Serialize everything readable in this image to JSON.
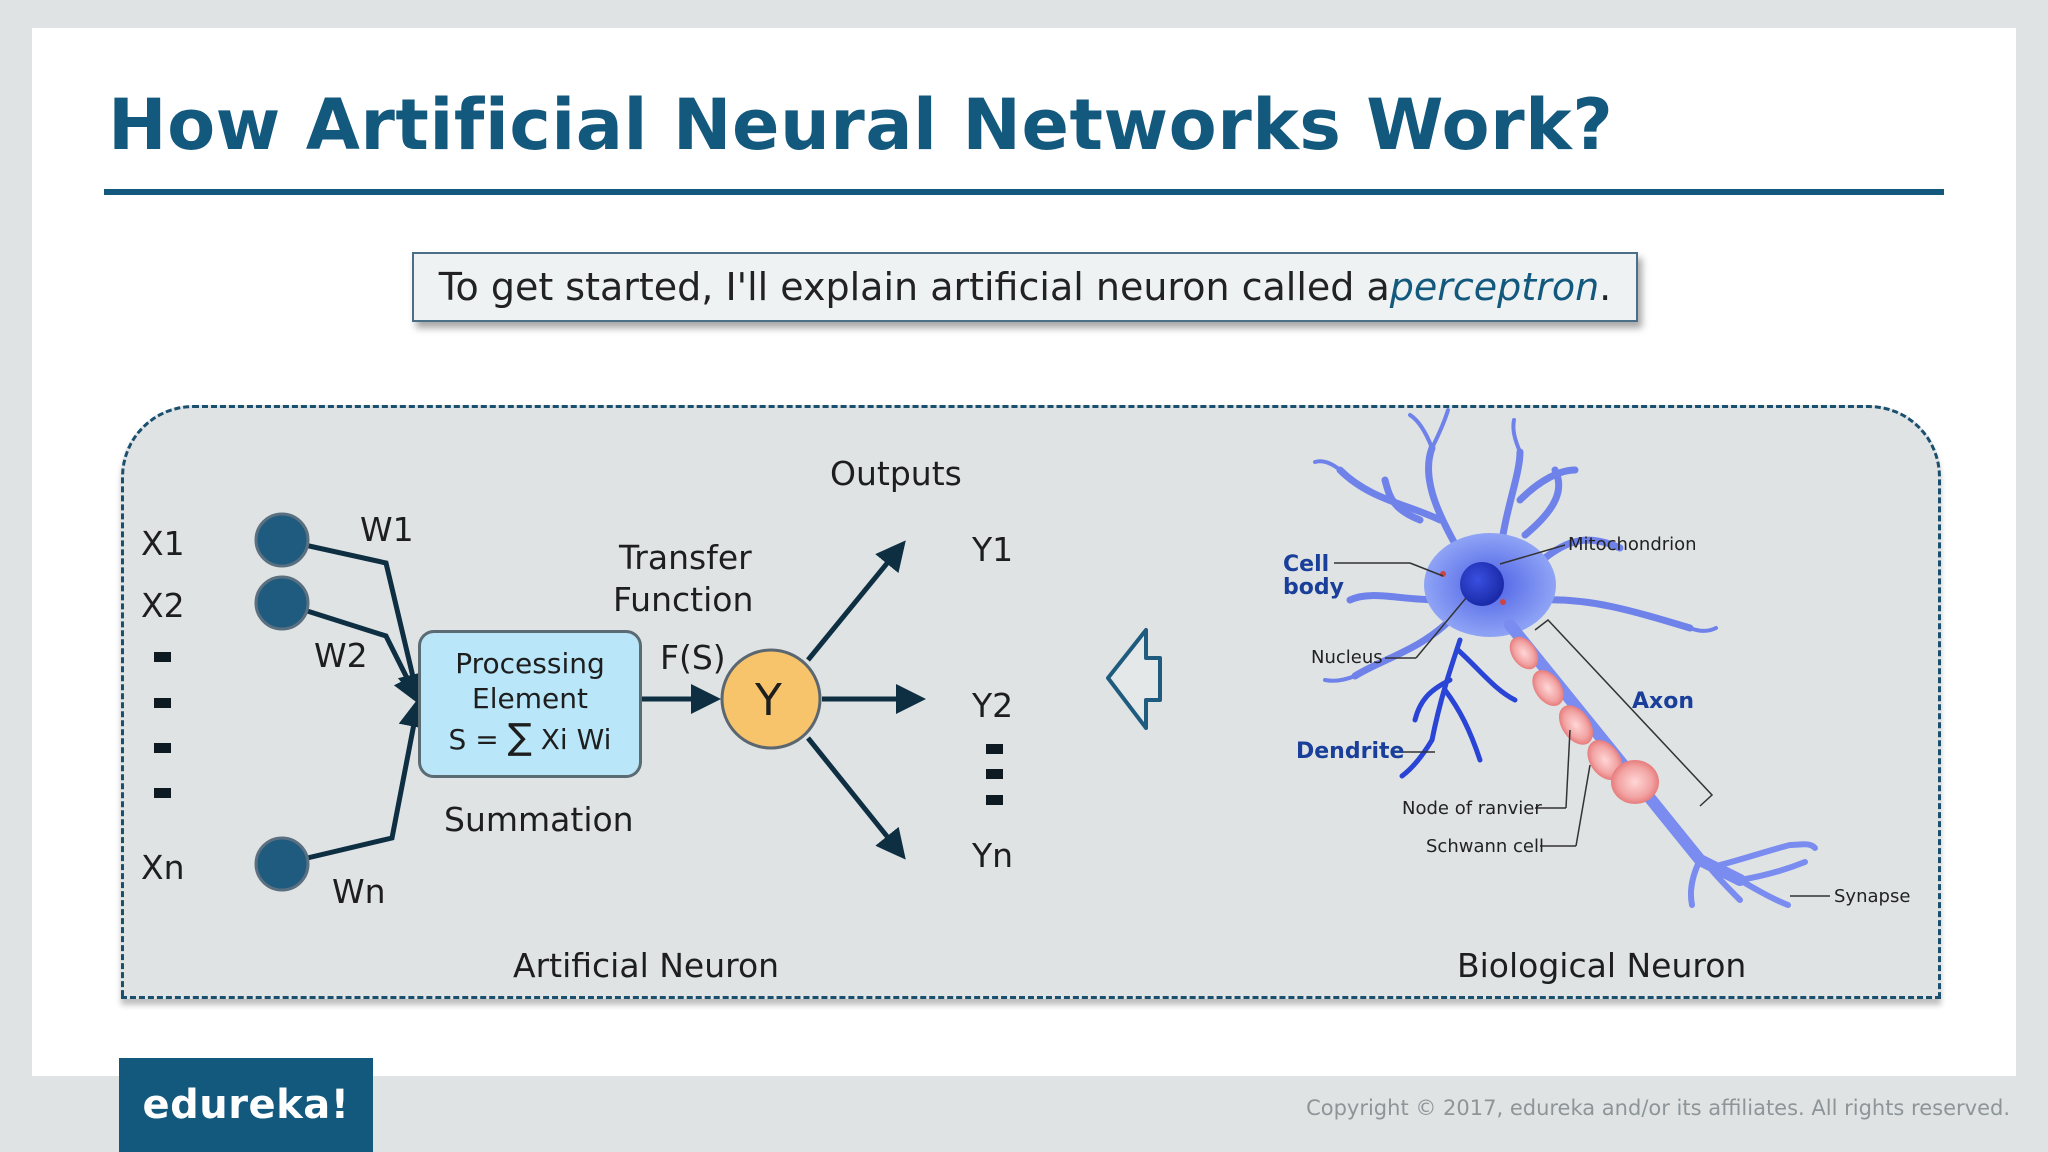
{
  "slide": {
    "title": "How Artificial Neural Networks Work?",
    "intro_prefix": "To get started, I'll explain artificial neuron called a ",
    "intro_emphasis": "perceptron",
    "intro_suffix": "."
  },
  "artificial": {
    "inputs": [
      "X1",
      "X2",
      "Xn"
    ],
    "weights": [
      "W1",
      "W2",
      "Wn"
    ],
    "processing_element": {
      "line1": "Processing",
      "line2": "Element",
      "formula_left": "S = ",
      "sum_symbol": "∑",
      "formula_right": " Xi Wi"
    },
    "summation_label": "Summation",
    "transfer_line1": "Transfer",
    "transfer_line2": "Function",
    "fs_label": "F(S)",
    "y_label": "Y",
    "outputs_label": "Outputs",
    "outputs": [
      "Y1",
      "Y2",
      "Yn"
    ],
    "caption": "Artificial Neuron"
  },
  "biological": {
    "cell_body_line1": "Cell",
    "cell_body_line2": "body",
    "nucleus": "Nucleus",
    "dendrite": "Dendrite",
    "mitochondrion": "Mitochondrion",
    "axon": "Axon",
    "node_of_ranvier": "Node of ranvier",
    "schwann_cell": "Schwann cell",
    "synapse": "Synapse",
    "caption": "Biological Neuron"
  },
  "footer": {
    "logo": "edureka!",
    "copyright": "Copyright © 2017, edureka and/or its affiliates. All rights reserved."
  },
  "colors": {
    "brand": "#13587d",
    "node_fill": "#1f5b7e",
    "y_node_fill": "#f7c46b",
    "pe_fill": "#b9e6f8",
    "neuron_blue": "#5b72e8",
    "myelin_pink": "#f2a3a3"
  }
}
